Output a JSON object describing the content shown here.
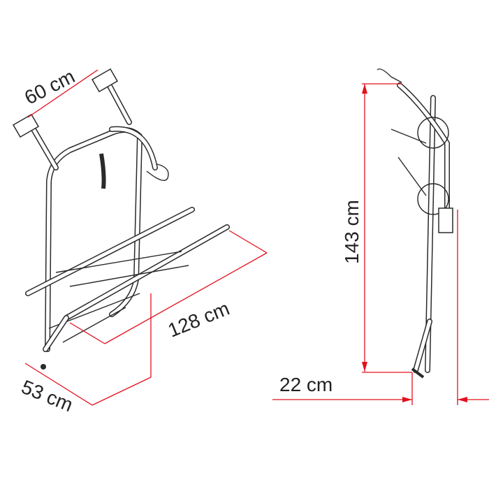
{
  "dimensions": {
    "width": "60 cm",
    "length": "128 cm",
    "depth": "53 cm",
    "height": "143 cm",
    "offset": "22 cm"
  },
  "colors": {
    "dimension_line": "#e3101e",
    "drawing": "#2a2a2a"
  }
}
